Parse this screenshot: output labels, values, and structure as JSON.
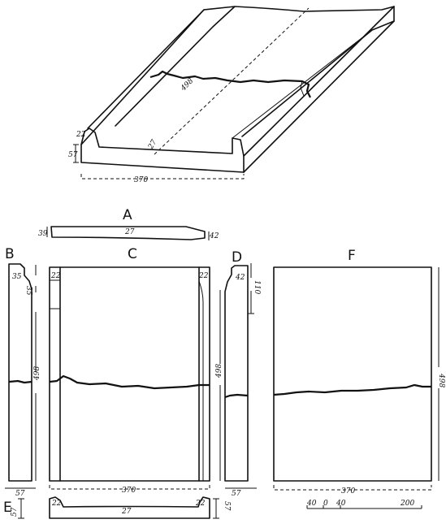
{
  "view_labels": {
    "a": "A",
    "b": "B",
    "c": "C",
    "d": "D",
    "e": "E",
    "f": "F"
  },
  "perspective_dims": {
    "width": "370",
    "length": "498",
    "height": "57",
    "rim": "22",
    "floor": "27"
  },
  "view_a_dims": {
    "left": "39",
    "mid": "27",
    "right": "42"
  },
  "view_b_dims": {
    "top": "35",
    "offset": "35",
    "length": "498",
    "base": "57"
  },
  "view_c_dims": {
    "rim_left": "22",
    "rim_right": "22",
    "width": "370"
  },
  "view_d_dims": {
    "top": "42",
    "offset": "110",
    "length": "498",
    "base": "57"
  },
  "view_e_dims": {
    "rim_left": "22",
    "rim_right": "22",
    "floor": "27",
    "height_left": "57",
    "height_right": "57"
  },
  "view_f_dims": {
    "width": "370",
    "length": "498"
  },
  "scale_bar": {
    "t1": "40",
    "t2": "0",
    "t3": "40",
    "t4": "200"
  }
}
